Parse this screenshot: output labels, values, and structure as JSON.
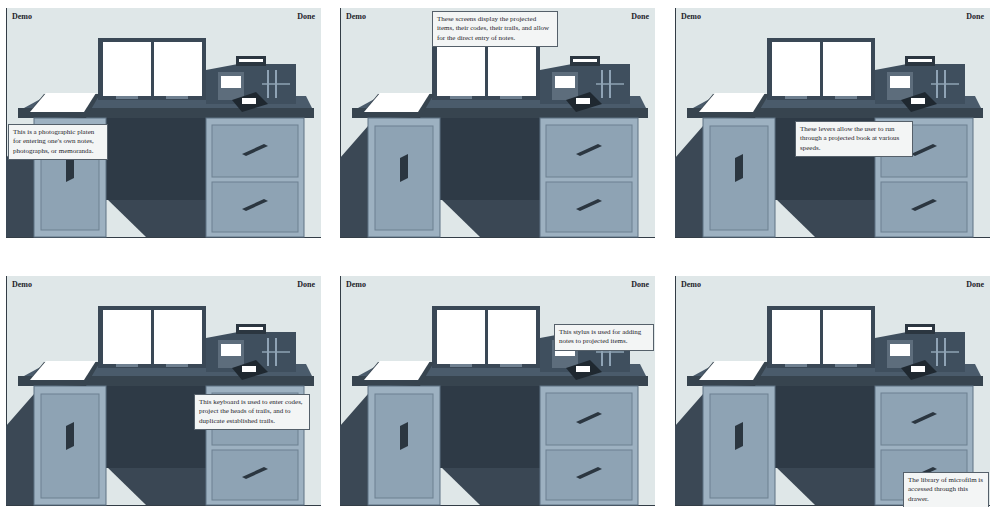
{
  "diagram": {
    "nodes": [
      {
        "text": [
          "This is a photographic platen for entering one's own notes, photographs, or memoranda."
        ]
      },
      {
        "text": [
          "These screens display the projected items, their codes, their trails, and allow for the direct entry of notes."
        ]
      },
      {
        "text": [
          "These levers allow the user to run through a projected book at various speeds."
        ]
      },
      {
        "text": [
          "This keyboard is used to enter codes, project the heads of trails, and to duplicate established trails."
        ]
      },
      {
        "text": [
          "This stylus is used for adding notes to projected items."
        ]
      },
      {
        "text": [
          "The library of microfilm is accessed through this drawer."
        ]
      }
    ],
    "labels": [
      "Demo",
      "Done",
      "Demo",
      "Done",
      "Demo",
      "Done",
      "Demo",
      "Done",
      "Demo",
      "Done",
      "Demo",
      "Done"
    ]
  }
}
